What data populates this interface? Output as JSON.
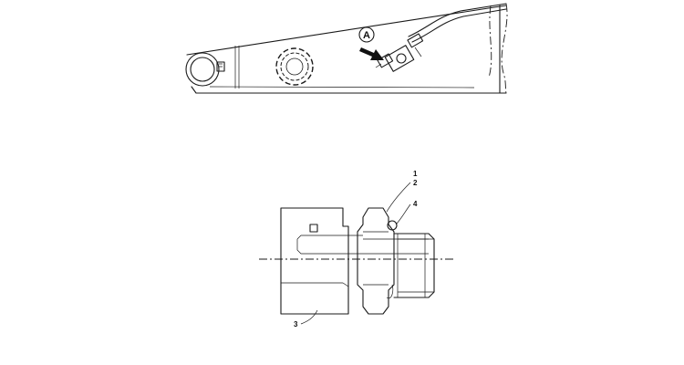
{
  "detail_view": {
    "callout_letter": "A"
  },
  "section_view": {
    "labels": {
      "part_1": "1",
      "part_2": "2",
      "part_3": "3",
      "part_4": "4"
    }
  }
}
